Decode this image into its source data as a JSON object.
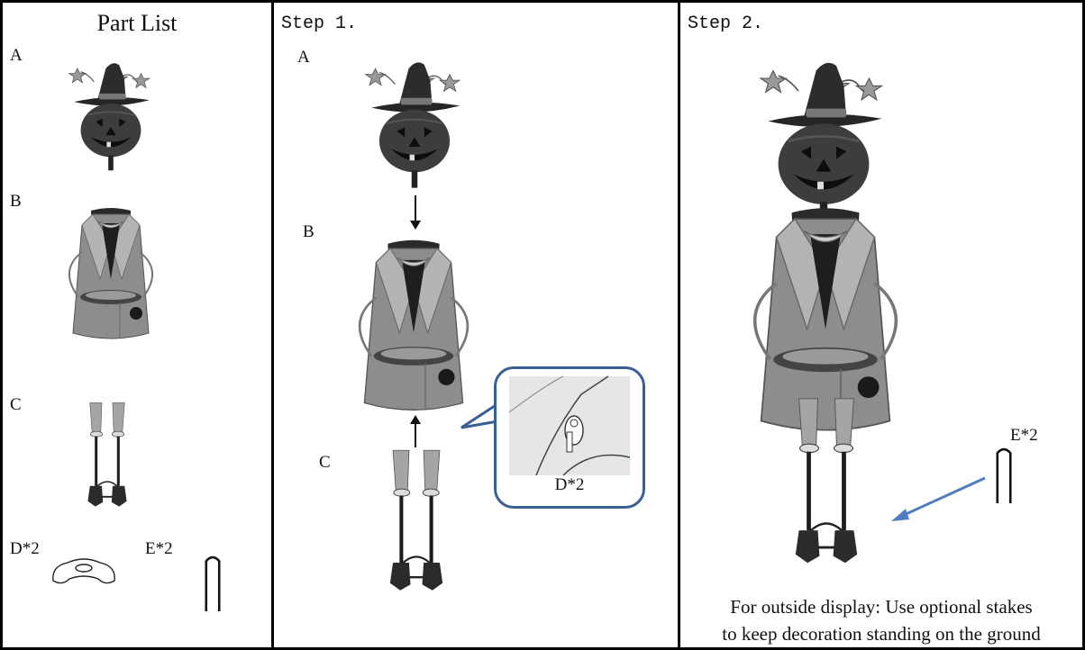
{
  "part_list": {
    "title": "Part List",
    "labels": {
      "a": "A",
      "b": "B",
      "c": "C",
      "d": "D*2",
      "e": "E*2"
    }
  },
  "step1": {
    "title": "Step 1.",
    "labels": {
      "a": "A",
      "b": "B",
      "c": "C",
      "d": "D*2"
    }
  },
  "step2": {
    "title": "Step 2.",
    "label_e": "E*2",
    "note_line1": "For outside display: Use optional stakes",
    "note_line2": "to keep decoration standing on the ground"
  },
  "colors": {
    "arrow_blue": "#4f7dc0",
    "callout_border": "#3a5f93"
  },
  "icons": [
    "pumpkin-head",
    "coat-body",
    "legs-stand",
    "connector-clip",
    "ground-stake",
    "arrow"
  ]
}
